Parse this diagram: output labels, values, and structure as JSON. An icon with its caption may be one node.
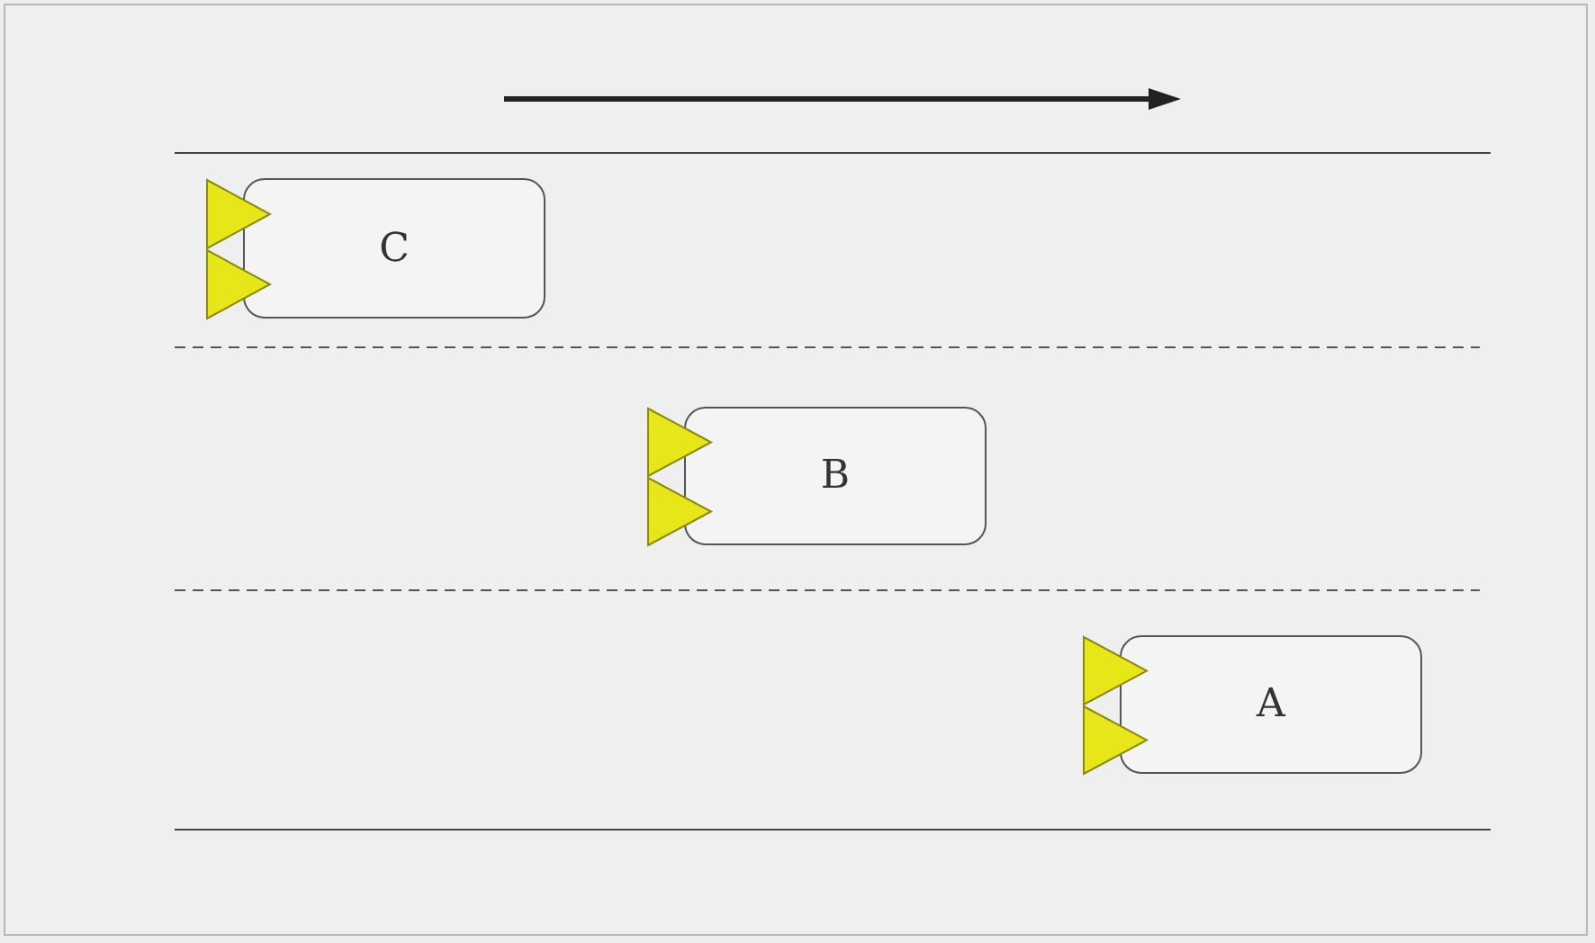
{
  "diagram": {
    "nodes": [
      {
        "text": [
          "C"
        ]
      },
      {
        "text": [
          "B"
        ]
      },
      {
        "text": [
          "A"
        ]
      }
    ]
  }
}
